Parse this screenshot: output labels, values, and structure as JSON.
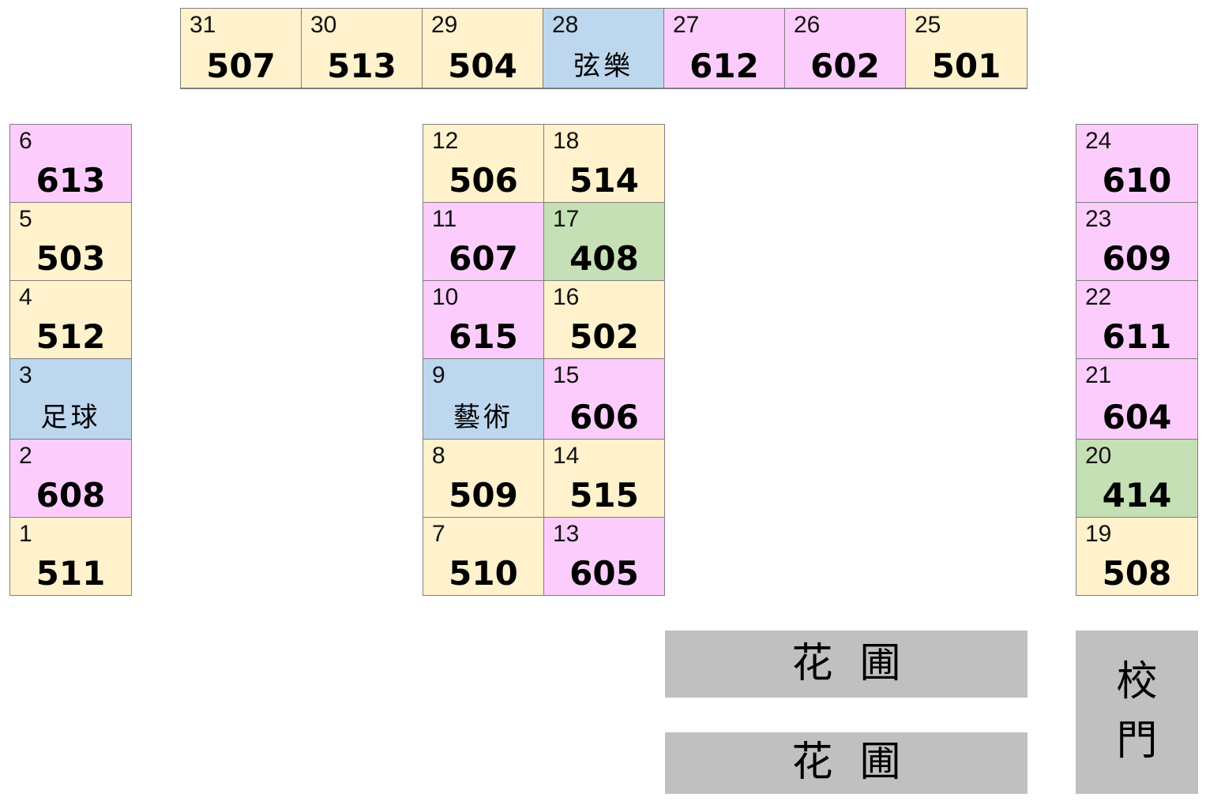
{
  "groups": [
    {
      "id": "top-row",
      "cells": [
        {
          "num": "31",
          "value": "507",
          "color": "#fff2cc"
        },
        {
          "num": "30",
          "value": "513",
          "color": "#fff2cc"
        },
        {
          "num": "29",
          "value": "504",
          "color": "#fff2cc"
        },
        {
          "num": "28",
          "value": "弦樂",
          "color": "#bdd7ee"
        },
        {
          "num": "27",
          "value": "612",
          "color": "#fccdfc"
        },
        {
          "num": "26",
          "value": "602",
          "color": "#fccdfc"
        },
        {
          "num": "25",
          "value": "501",
          "color": "#fff2cc"
        }
      ]
    },
    {
      "id": "left-column",
      "cells": [
        {
          "num": "6",
          "value": "613",
          "color": "#fccdfc"
        },
        {
          "num": "5",
          "value": "503",
          "color": "#fff2cc"
        },
        {
          "num": "4",
          "value": "512",
          "color": "#fff2cc"
        },
        {
          "num": "3",
          "value": "足球",
          "color": "#bdd7ee"
        },
        {
          "num": "2",
          "value": "608",
          "color": "#fccdfc"
        },
        {
          "num": "1",
          "value": "511",
          "color": "#fff2cc"
        }
      ]
    },
    {
      "id": "center-left-column",
      "cells": [
        {
          "num": "12",
          "value": "506",
          "color": "#fff2cc"
        },
        {
          "num": "11",
          "value": "607",
          "color": "#fccdfc"
        },
        {
          "num": "10",
          "value": "615",
          "color": "#fccdfc"
        },
        {
          "num": "9",
          "value": "藝術",
          "color": "#bdd7ee"
        },
        {
          "num": "8",
          "value": "509",
          "color": "#fff2cc"
        },
        {
          "num": "7",
          "value": "510",
          "color": "#fff2cc"
        }
      ]
    },
    {
      "id": "center-right-column",
      "cells": [
        {
          "num": "18",
          "value": "514",
          "color": "#fff2cc"
        },
        {
          "num": "17",
          "value": "408",
          "color": "#c5e0b4"
        },
        {
          "num": "16",
          "value": "502",
          "color": "#fff2cc"
        },
        {
          "num": "15",
          "value": "606",
          "color": "#fccdfc"
        },
        {
          "num": "14",
          "value": "515",
          "color": "#fff2cc"
        },
        {
          "num": "13",
          "value": "605",
          "color": "#fccdfc"
        }
      ]
    },
    {
      "id": "right-column",
      "cells": [
        {
          "num": "24",
          "value": "610",
          "color": "#fccdfc"
        },
        {
          "num": "23",
          "value": "609",
          "color": "#fccdfc"
        },
        {
          "num": "22",
          "value": "611",
          "color": "#fccdfc"
        },
        {
          "num": "21",
          "value": "604",
          "color": "#fccdfc"
        },
        {
          "num": "20",
          "value": "414",
          "color": "#c5e0b4"
        },
        {
          "num": "19",
          "value": "508",
          "color": "#fff2cc"
        }
      ]
    }
  ],
  "gardens": [
    "花圃",
    "花圃"
  ],
  "gate": [
    "校",
    "門"
  ]
}
